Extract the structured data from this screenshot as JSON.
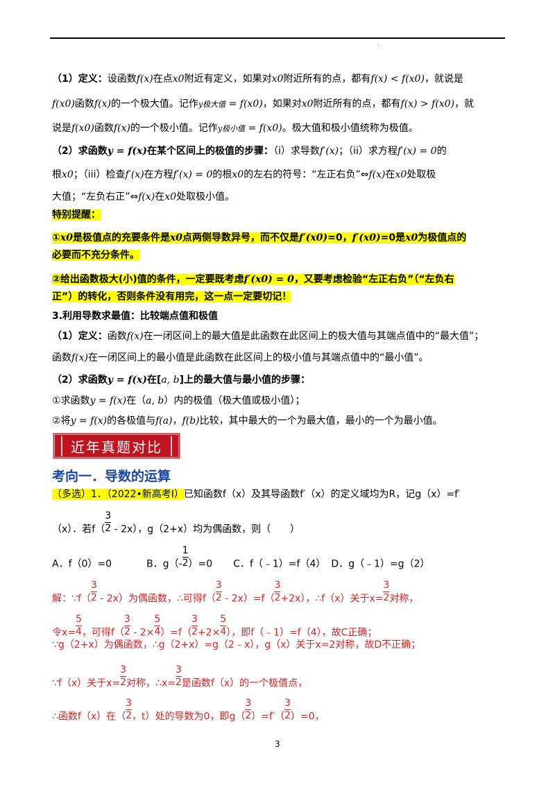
{
  "header": {
    "dot": "."
  },
  "s1": {
    "l1": [
      "（1）定义：",
      "设函数",
      "f(x)",
      "在点",
      "x0",
      "附近有定义，如果对",
      "x0",
      "附近所有的点，都有",
      "f(x) < f(x0)",
      "，就说是"
    ],
    "l2": [
      "f(x0)",
      "函数",
      "f(x)",
      "的一个极大值。记作",
      "y极大值",
      " = f(x0)",
      "，如果对",
      "x0",
      "附近所有的点，都有",
      "f(x) > f(x0)",
      "，就"
    ],
    "l3": [
      "说是",
      "f(x0)",
      "函数",
      "f(x)",
      "的一个极小值。记作",
      "y极小值",
      " = f(x0)",
      "。极大值和极小值统称为极值。"
    ],
    "l4": [
      "（2）求函数",
      "y = f(x)",
      "在某个区间上的极值的步骤：",
      "（i）求导数",
      "f′(x)",
      "；（ii）求方程",
      "f′(x) = 0",
      "的"
    ],
    "l5": [
      "根",
      "x0",
      "；（iii）检查",
      "f′(x)",
      "在方程",
      "f′(x) = 0",
      "的根",
      "x0",
      "的左右的符号：“左正右负”",
      "⇔",
      "f(x)",
      "在",
      "x0",
      "处取极"
    ],
    "l6": [
      "大值；“左负右正”",
      "⇔",
      "f(x)",
      "在",
      "x0",
      "处取极小值。"
    ]
  },
  "tip": {
    "title": "特别提醒：",
    "l1": [
      "①",
      "x0",
      "是极值点的充要条件是",
      "x0",
      "点两侧导数异号，而不仅是",
      "f′(x0)",
      "=0，",
      "f′(x0)",
      "=0",
      "是",
      "x0",
      "为极值点的"
    ],
    "l2": "必要而不充分条件。",
    "l3": [
      "②给出函数极大(小)值的条件，一定要既考虑",
      "f′(x0) = 0",
      "，又要考虑检验“左正右负”（“左负右"
    ],
    "l4": "正”）的转化，否则条件没有用完，这一点一定要切记！"
  },
  "s3": {
    "title": "3.利用导数求最值：比较端点值和极值",
    "l1": [
      "（1）定义：",
      "函数",
      "f(x)",
      "在一闭区间上的最大值是此函数在此区间上的极大值与其端点值中的“最大值”；"
    ],
    "l2": [
      "函数",
      "f(x)",
      "在一闭区间上的最小值是此函数在此区间上的极小值与其端点值中的“最小值”。"
    ],
    "l3": [
      "（2）求函数",
      "y = f(x)",
      "在[",
      "a, b",
      "]上的最大值与最小值的步骤："
    ],
    "l4": [
      "①求函数",
      "y = f(x)",
      "在（",
      "a, b",
      "）内的极值（极大值或极小值）；"
    ],
    "l5": [
      "②将",
      "y = f(x)",
      "的各极值与",
      "f(a)",
      "，",
      "f(b)",
      "比较，其中最大的一个为最大值，最小的一个为最小值。"
    ]
  },
  "banner": "近年真题对比",
  "heading": "考向一．导数的运算",
  "q": {
    "tag": "（多选）1．（2022•新高考Ⅰ）",
    "l1": "已知函数f（x）及其导函数f′（x）的定义域均为R，记g（x）=f′",
    "l2a": "（x）．若f（",
    "l2b": " - 2x），g（2+x）均为偶函数，则（　　）",
    "optA": "A．f（0）=0",
    "optB1": "B．g（",
    "optB2": "）=0",
    "optC": "C．f（﹣1）=f（4）",
    "optD": "D．g（﹣1）=g（2）"
  },
  "sol": {
    "l1a": "解：∵f（",
    "l1b": " - 2x）为偶函数，∴可得f（",
    "l1c": " - 2x）=f（",
    "l1d": "+2x），∴f（x）关于x=",
    "l1e": "对称，",
    "l2a": "令x=",
    "l2b": "，可得f（",
    "l2c": " - 2×",
    "l2d": "）=f（",
    "l2e": "+2×",
    "l2f": "），即f（﹣1）=f（4），故C正确；",
    "l3": "∵g（2+x）为偶函数，∴g（2+x）=g（2﹣x），g（x）关于x=2对称，故D不正确；",
    "l4a": "∵f（x）关于x=",
    "l4b": "对称，∴x=",
    "l4c": "是函数f（x）的一个极值点，",
    "l5a": "∴函数f（x）在（",
    "l5b": "，t）处的导数为0，即g（",
    "l5c": "）=f′（",
    "l5d": "）=0，"
  },
  "frac": {
    "n3": "3",
    "d2": "2",
    "n5": "5",
    "d4": "4",
    "n1": "1",
    "neg": "-"
  },
  "page": "3"
}
